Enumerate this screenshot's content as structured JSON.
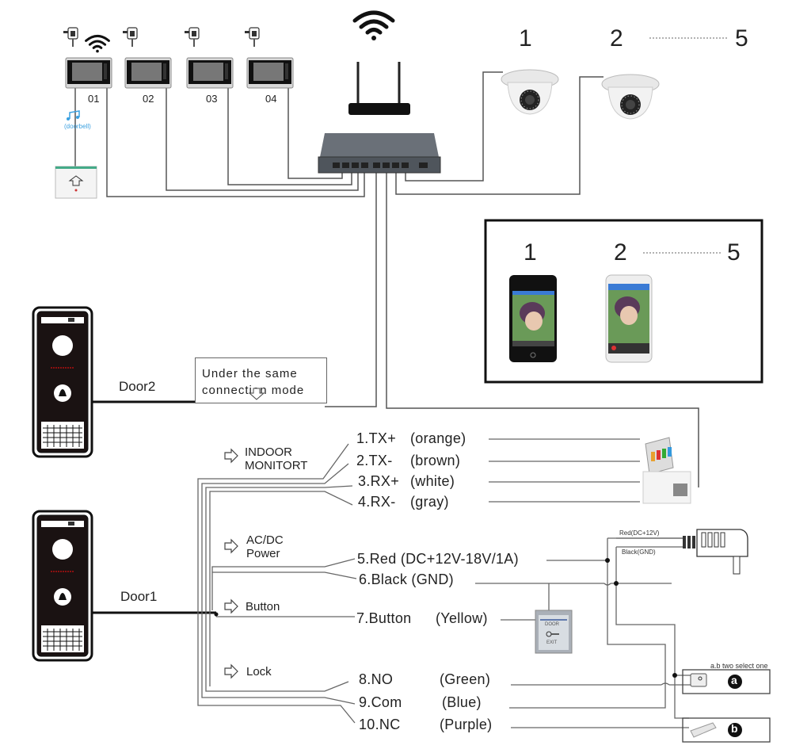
{
  "monitors": [
    {
      "label": "01"
    },
    {
      "label": "02"
    },
    {
      "label": "03"
    },
    {
      "label": "04"
    }
  ],
  "doorbell_label": "(doorbell)",
  "cameras": {
    "first": "1",
    "second": "2",
    "last": "5"
  },
  "phones": {
    "first": "1",
    "second": "2",
    "last": "5"
  },
  "doors": {
    "door1": "Door2",
    "door2": "Door1"
  },
  "note": {
    "line1": "Under the same",
    "line2": "connection mode"
  },
  "sections": {
    "indoor": {
      "line1": "INDOOR",
      "line2": "MONITORT"
    },
    "power": {
      "line1": "AC/DC",
      "line2": "Power"
    },
    "button": "Button",
    "lock": "Lock"
  },
  "wires": [
    {
      "label": "1.TX+",
      "color_name": "(orange)"
    },
    {
      "label": "2.TX-",
      "color_name": "(brown)"
    },
    {
      "label": "3.RX+",
      "color_name": "(white)"
    },
    {
      "label": "4.RX-",
      "color_name": "(gray)"
    },
    {
      "label": "5.Red (DC+12V-18V/1A)",
      "color_name": ""
    },
    {
      "label": "6.Black (GND)",
      "color_name": ""
    },
    {
      "label": "7.Button",
      "color_name": "(Yellow)"
    },
    {
      "label": "8.NO",
      "color_name": "(Green)"
    },
    {
      "label": "9.Com",
      "color_name": "(Blue)"
    },
    {
      "label": "10.NC",
      "color_name": "(Purple)"
    }
  ],
  "adapter": {
    "red": "Red(DC+12V)",
    "black": "Black(GND)"
  },
  "lock_options": {
    "note": "a.b two select one",
    "a": "a",
    "b": "b"
  },
  "exit_button": {
    "line1": "DOOR",
    "line2": "EXIT"
  },
  "colors": {
    "line": "#555555",
    "frame": "#111111",
    "device_dark": "#1a1a1a",
    "switch": "#5a6068"
  }
}
